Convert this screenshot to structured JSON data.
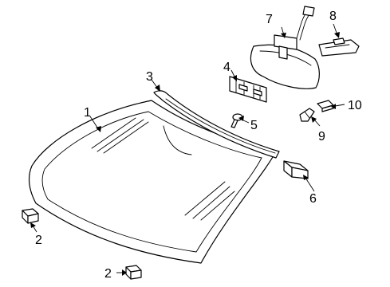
{
  "callouts": [
    {
      "id": "windshield",
      "label": "1"
    },
    {
      "id": "spacer-lower-left",
      "label": "2"
    },
    {
      "id": "spacer-bottom",
      "label": "2"
    },
    {
      "id": "upper-molding",
      "label": "3"
    },
    {
      "id": "mirror-bracket",
      "label": "4"
    },
    {
      "id": "retainer-screw",
      "label": "5"
    },
    {
      "id": "stopper-block",
      "label": "6"
    },
    {
      "id": "mirror",
      "label": "7"
    },
    {
      "id": "mirror-cover",
      "label": "8"
    },
    {
      "id": "clip",
      "label": "9"
    },
    {
      "id": "clip-retainer",
      "label": "10"
    }
  ],
  "colors": {
    "line": "#000000",
    "background": "#ffffff"
  }
}
